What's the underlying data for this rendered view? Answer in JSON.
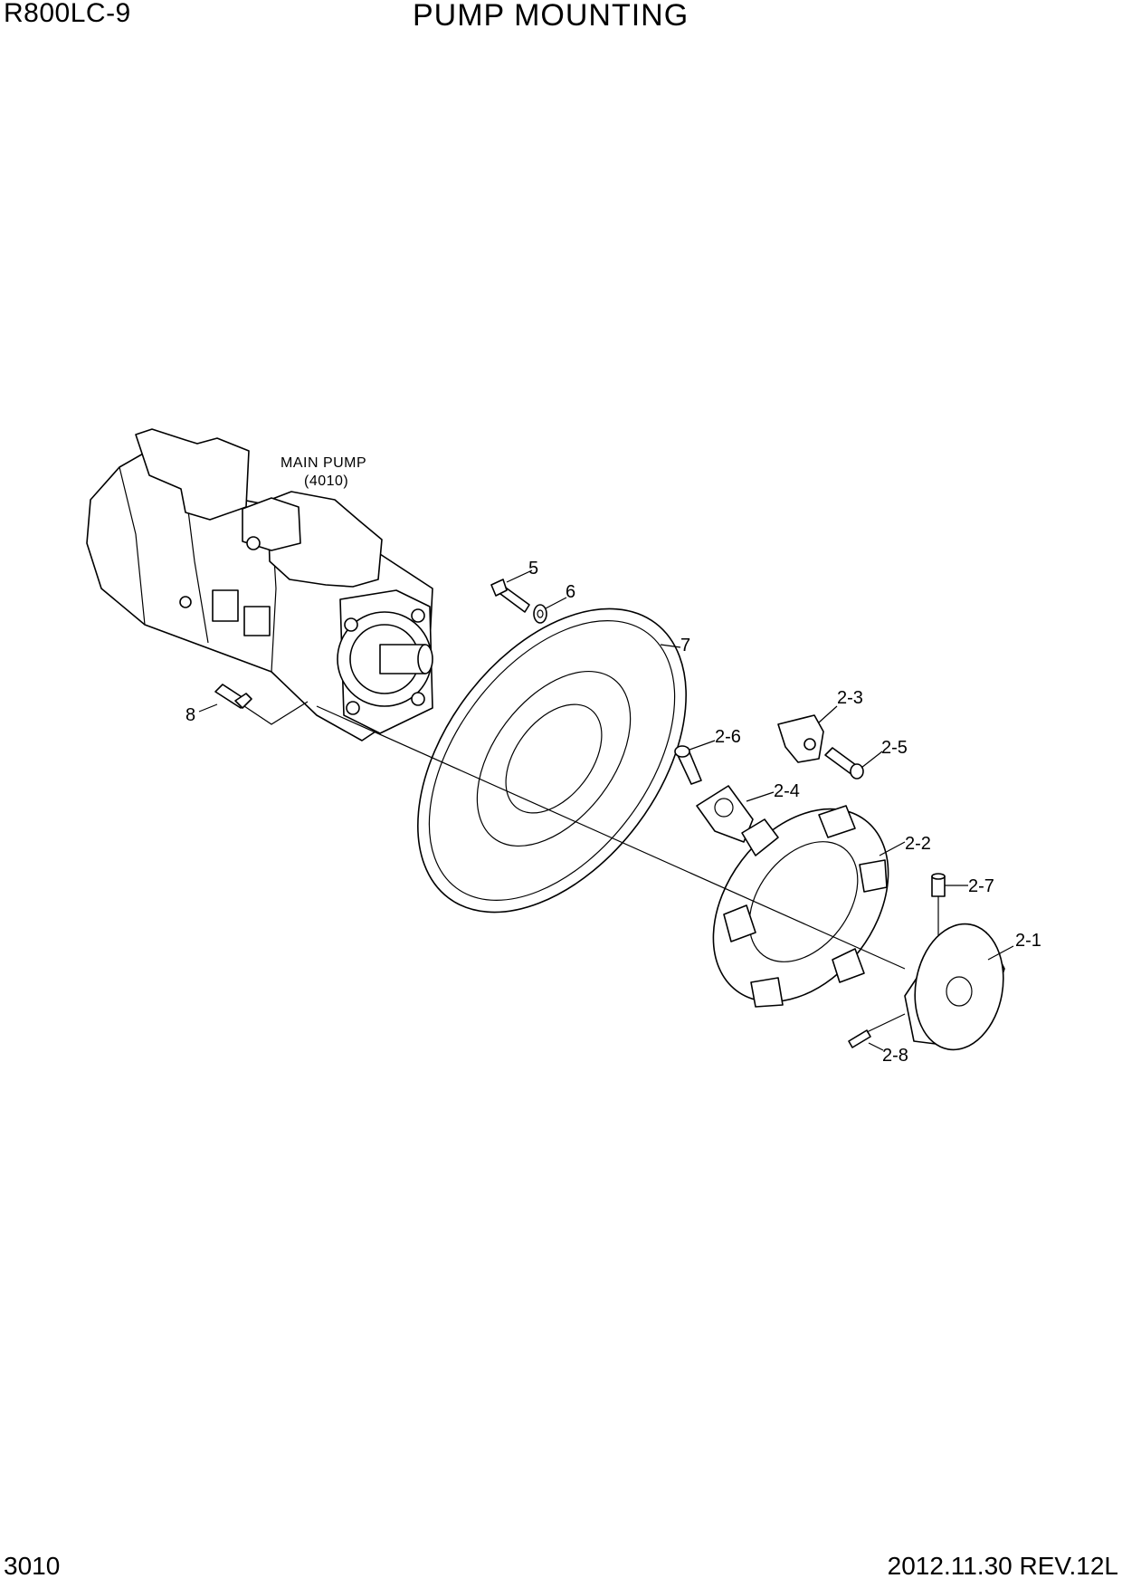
{
  "header": {
    "model": "R800LC-9",
    "title": "PUMP MOUNTING"
  },
  "footer": {
    "page": "3010",
    "revision": "2012.11.30  REV.12L"
  },
  "diagram": {
    "main_pump_label": "MAIN PUMP",
    "main_pump_ref": "(4010)",
    "callouts": {
      "c5": "5",
      "c6": "6",
      "c7": "7",
      "c8": "8",
      "c2_1": "2-1",
      "c2_2": "2-2",
      "c2_3": "2-3",
      "c2_4": "2-4",
      "c2_5": "2-5",
      "c2_6": "2-6",
      "c2_7": "2-7",
      "c2_8": "2-8"
    }
  }
}
